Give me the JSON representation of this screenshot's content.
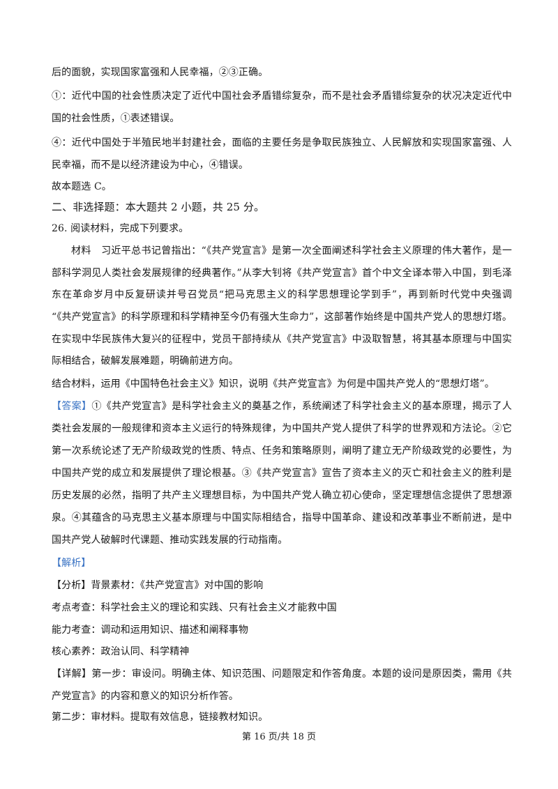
{
  "lines": [
    "后的面貌，实现国家富强和人民幸福，②③正确。",
    "①：近代中国的社会性质决定了近代中国社会矛盾错综复杂，而不是社会矛盾错综复杂的状况决定近代中",
    "国的社会性质，①表述错误。",
    "④：近代中国处于半殖民地半封建社会，面临的主要任务是争取民族独立、人民解放和实现国家富强、人",
    "民幸福，而不是以经济建设为中心，④错误。",
    "故本题选 C。",
    "二、非选择题：本大题共 2 小题，共 25 分。",
    "26. 阅读材料，完成下列要求。",
    "材料　习近平总书记曾指出：“《共产党宣言》是第一次全面阐述科学社会主义原理的伟大著作，是一",
    "部科学洞见人类社会发展规律的经典著作。”从李大钊将《共产党宣言》首个中文全译本带入中国，到毛泽",
    "东在革命岁月中反复研读并号召党员“把马克思主义的科学思想理论学到手”，再到新时代党中央强调",
    "“《共产党宣言》的科学原理和科学精神至今仍有强大生命力”，这部著作始终是中国共产党人的思想灯塔。",
    "在实现中华民族伟大复兴的征程中，党员干部持续从《共产党宣言》中汲取智慧，将其基本原理与中国实",
    "际相结合，破解发展难题，明确前进方向。",
    "结合材料，运用《中国特色社会主义》知识，说明《共产党宣言》为何是中国共产党人的“思想灯塔”。",
    "①《共产党宣言》是科学社会主义的奠基之作，系统阐述了科学社会主义的基本原理，揭示了人",
    "类社会发展的一般规律和资本主义运行的特殊规律，为中国共产党人提供了科学的世界观和方法论。②它",
    "第一次系统论述了无产阶级政党的性质、特点、任务和策略原则，阐明了建立无产阶级政党的必要性，为",
    "中国共产党的成立和发展提供了理论根基。③《共产党宣言》宣告了资本主义的灭亡和社会主义的胜利是",
    "历史发展的必然，指明了共产主义理想目标，为中国共产党人确立初心使命，坚定理想信念提供了思想源",
    "泉。④其蕴含的马克思主义基本原理与中国实际相结合，指导中国革命、建设和改革事业不断前进，是中",
    "国共产党人破解时代课题、推动实践发展的行动指南。",
    "背景素材：《共产党宣言》对中国的影响",
    "考点考查：科学社会主义的理论和实践、只有社会主义才能救中国",
    "能力考查：调动和运用知识、描述和阐释事物",
    "核心素养：政治认同、科学精神",
    "第一步：审设问。明确主体、知识范围、问题限定和作答角度。本题的设问是原因类，需用《共",
    "产党宣言》的内容和意义的知识分析作答。",
    "第二步：审材料。提取有效信息，链接教材知识。"
  ],
  "tags": {
    "answer": "【答案】",
    "analysis": "【解析】",
    "fenxi": "【分析】",
    "xiangjie": "【详解】"
  },
  "footer": "第 16 页/共 18 页"
}
